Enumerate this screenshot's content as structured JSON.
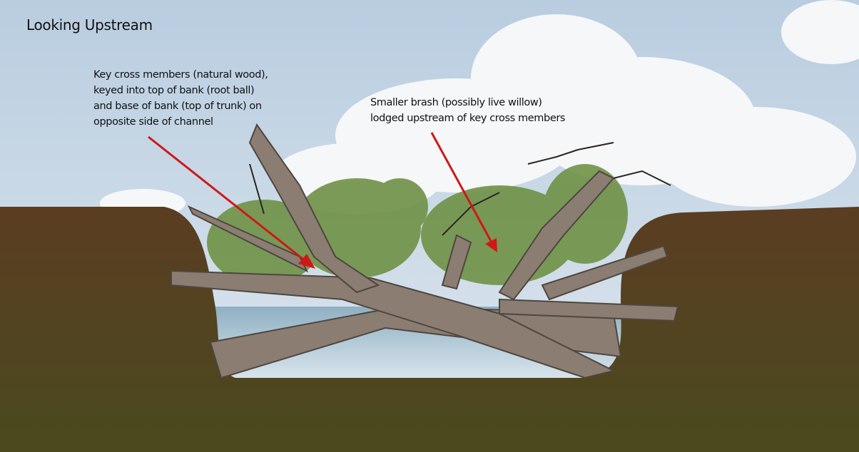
{
  "title": "Looking Upstream",
  "annotations": [
    {
      "text": "Key cross members (natural wood), keyed into top of bank (root ball) and base of bank (top of trunk) on opposite side of channel"
    },
    {
      "text": "Smaller brash (possibly live willow) lodged upstream of key cross members"
    }
  ],
  "colors": {
    "arrow": "#d01818",
    "soil_top": "#5b3d22",
    "soil_bottom": "#4a4a1e",
    "log": "#8b7d72",
    "foliage": "#6f9146",
    "water": "#9fb8c8"
  }
}
